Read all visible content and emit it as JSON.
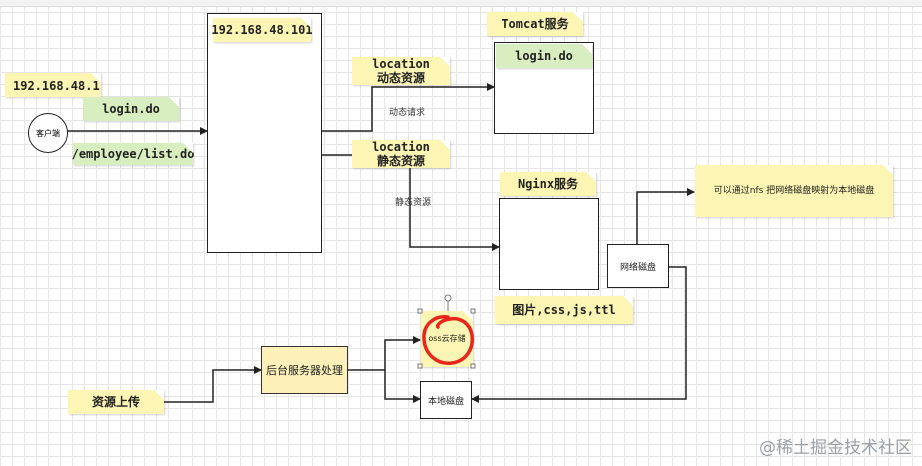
{
  "client": "客户端",
  "ip_client": "192.168.48.1",
  "req_login": "login.do",
  "req_employee": "/employee/list.do",
  "ip_server": "192.168.48.101",
  "loc_dynamic": {
    "line1": "location",
    "line2": "动态资源"
  },
  "loc_static": {
    "line1": "location",
    "line2": "静态资源"
  },
  "edge_dynamic": "动态请求",
  "edge_static": "静态资源",
  "tomcat_title": "Tomcat服务",
  "tomcat_login": "login.do",
  "nginx_title": "Nginx服务",
  "static_types": "图片,css,js,ttl",
  "net_disk": "网络磁盘",
  "nfs_note": "可以通过nfs 把网络磁盘映射为本地磁盘",
  "backend": "后台服务器处理",
  "upload": "资源上传",
  "oss": "oss云存储",
  "local_disk": "本地磁盘",
  "watermark": "@稀土掘金技术社区",
  "colors": {
    "note_yellow": "#fdf5b3",
    "note_green": "#d9eec0",
    "annotation_red": "#e8261b"
  }
}
